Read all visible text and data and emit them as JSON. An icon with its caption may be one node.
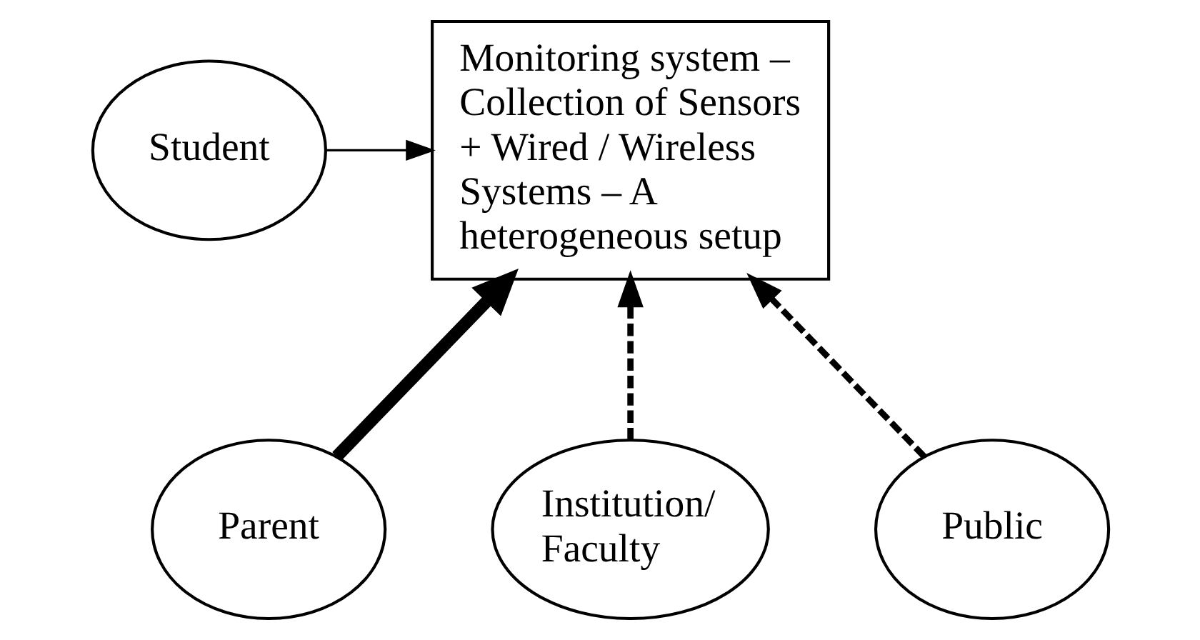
{
  "diagram": {
    "nodes": [
      {
        "text": [
          "Student"
        ]
      },
      {
        "text": [
          "Monitoring system – Collection of Sensors + Wired / Wireless Systems – A heterogeneous setup"
        ]
      },
      {
        "text": [
          "Parent"
        ]
      },
      {
        "text": [
          "Institution/ Faculty"
        ]
      },
      {
        "text": [
          "Public"
        ]
      }
    ],
    "edges": [
      {
        "from": 0,
        "to": 1,
        "arrow": "to"
      },
      {
        "from": 2,
        "to": 1,
        "arrow": "to",
        "style": "thick"
      },
      {
        "from": 3,
        "to": 1,
        "arrow": "to",
        "style": "dashed"
      },
      {
        "from": 4,
        "to": 1,
        "arrow": "to",
        "style": "dashed"
      }
    ]
  }
}
